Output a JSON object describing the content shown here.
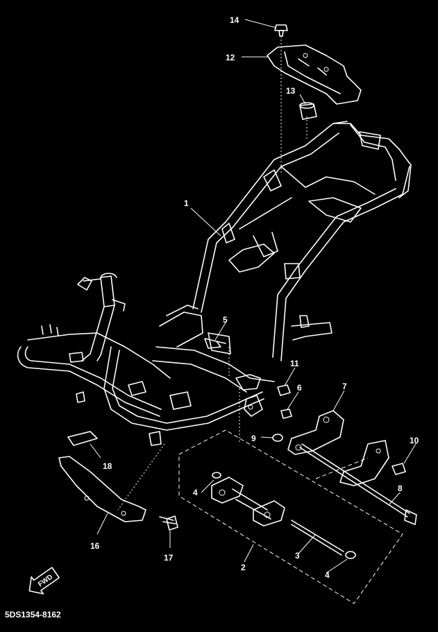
{
  "diagram": {
    "callouts": [
      {
        "id": "c14",
        "text": "14"
      },
      {
        "id": "c12",
        "text": "12"
      },
      {
        "id": "c13",
        "text": "13"
      },
      {
        "id": "c1",
        "text": "1"
      },
      {
        "id": "c5",
        "text": "5"
      },
      {
        "id": "c11",
        "text": "11"
      },
      {
        "id": "c6",
        "text": "6"
      },
      {
        "id": "c7",
        "text": "7"
      },
      {
        "id": "c9",
        "text": "9"
      },
      {
        "id": "c10",
        "text": "10"
      },
      {
        "id": "c8",
        "text": "8"
      },
      {
        "id": "c18",
        "text": "18"
      },
      {
        "id": "c4a",
        "text": "4"
      },
      {
        "id": "c16",
        "text": "16"
      },
      {
        "id": "c17",
        "text": "17"
      },
      {
        "id": "c2",
        "text": "2"
      },
      {
        "id": "c3",
        "text": "3"
      },
      {
        "id": "c4b",
        "text": "4"
      }
    ],
    "fwd_label": "FWD",
    "drawing_code": "5DS1354-8162"
  }
}
